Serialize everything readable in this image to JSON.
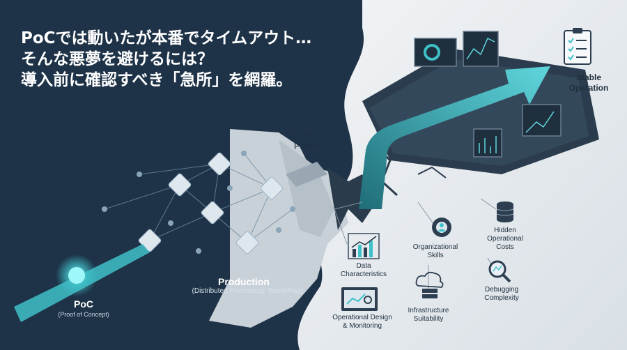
{
  "headline": {
    "line1": "PoCでは動いたが本番でタイムアウト…",
    "line2": "そんな悪夢を避けるには？",
    "line3": "導入前に確認すべき「急所」を網羅。"
  },
  "poc": {
    "title": "PoC",
    "subtitle": "(Proof of Concept)"
  },
  "production": {
    "title": "Production",
    "subtitle": "(Distributed Processing: Spark/Ray)"
  },
  "critical_points": {
    "line1": "6 Critical",
    "line2": "Points"
  },
  "stable_operation": {
    "line1": "Stable",
    "line2": "Operation"
  },
  "points": {
    "data": {
      "line1": "Data",
      "line2": "Characteristics",
      "icon": "bar-chart-icon"
    },
    "skills": {
      "line1": "Organizational",
      "line2": "Skills",
      "icon": "gear-person-icon"
    },
    "costs": {
      "line1": "Hidden",
      "line2": "Operational",
      "line3": "Costs",
      "icon": "coin-stack-icon"
    },
    "monitoring": {
      "line1": "Operational Design",
      "line2": "& Monitoring",
      "icon": "monitor-icon"
    },
    "infra": {
      "line1": "Infrastructure",
      "line2": "Suitability",
      "icon": "cloud-server-icon"
    },
    "debugging": {
      "line1": "Debugging",
      "line2": "Complexity",
      "icon": "magnifier-icon"
    }
  },
  "colors": {
    "navy": "#1e3348",
    "teal": "#3fc1c9",
    "light": "#e6ebef",
    "dark_text": "#1f2f3d"
  }
}
